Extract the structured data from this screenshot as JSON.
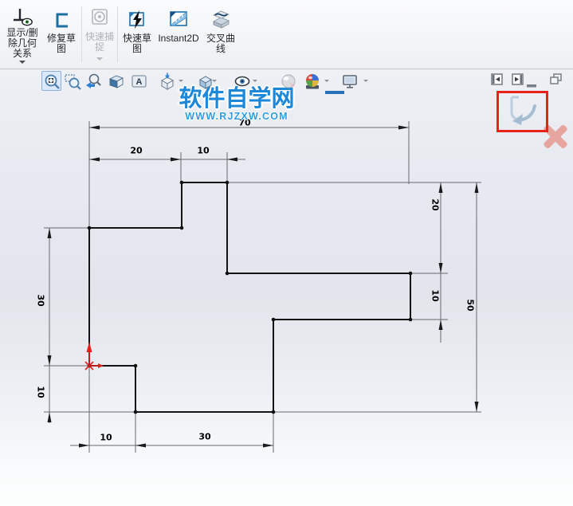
{
  "ribbon": {
    "items": [
      {
        "lines": [
          "显示/删",
          "除几何",
          "关系"
        ],
        "dropdown": true,
        "disabled": false
      },
      {
        "lines": [
          "修复草",
          "图"
        ],
        "dropdown": false,
        "disabled": false
      },
      {
        "lines": [
          "快速捕",
          "捉"
        ],
        "dropdown": true,
        "disabled": true
      },
      {
        "lines": [
          "快速草",
          "图"
        ],
        "dropdown": false,
        "disabled": false
      },
      {
        "lines": [
          "Instant2D"
        ],
        "dropdown": false,
        "disabled": false
      },
      {
        "lines": [
          "交叉曲",
          "线"
        ],
        "dropdown": false,
        "disabled": false
      }
    ]
  },
  "headsup": {
    "a_glyph": "A"
  },
  "watermark": {
    "title": "软件自学网",
    "subtitle": "WWW.RJZXW.COM"
  },
  "sketch": {
    "dims": {
      "top": {
        "value": "70"
      },
      "row_20": {
        "value": "20"
      },
      "row_10": {
        "value": "10"
      },
      "right_20": {
        "value": "20"
      },
      "right_10": {
        "value": "10"
      },
      "right_50": {
        "value": "50"
      },
      "left_30": {
        "value": "30"
      },
      "left_10": {
        "value": "10"
      },
      "bottom_10": {
        "value": "10"
      },
      "bottom_30": {
        "value": "30"
      }
    }
  },
  "colors": {
    "watermark_blue": "#1d87d8",
    "highlight_red": "#e82218",
    "origin_red": "#e61e1e",
    "sketch_line": "#141414",
    "dim_gray": "#66696e",
    "confirm_glyph": "#aec3d6",
    "close_faded_red": "#e7a59f"
  }
}
